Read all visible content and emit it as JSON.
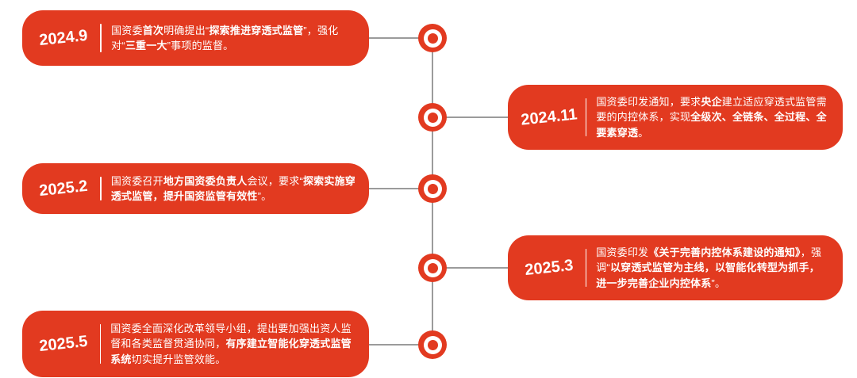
{
  "colors": {
    "accent": "#e23a20",
    "line": "#9b9b9b",
    "card_text": "#ffffff",
    "background": "#ffffff"
  },
  "timeline": {
    "items": [
      {
        "date": "2024.9",
        "side": "left",
        "segments": [
          {
            "text": "国资委",
            "bold": false
          },
          {
            "text": "首次",
            "bold": true
          },
          {
            "text": "明确提出“",
            "bold": false
          },
          {
            "text": "探索推进穿透式监管",
            "bold": true
          },
          {
            "text": "”，强化对“",
            "bold": false
          },
          {
            "text": "三重一大",
            "bold": true
          },
          {
            "text": "”事项的监督。",
            "bold": false
          }
        ]
      },
      {
        "date": "2024.11",
        "side": "right",
        "segments": [
          {
            "text": "国资委印发通知，要求",
            "bold": false
          },
          {
            "text": "央企",
            "bold": true
          },
          {
            "text": "建立适应穿透式监管需要的内控体系，实现",
            "bold": false
          },
          {
            "text": "全级次、全链条、全过程、全要素穿透",
            "bold": true
          },
          {
            "text": "。",
            "bold": false
          }
        ]
      },
      {
        "date": "2025.2",
        "side": "left",
        "segments": [
          {
            "text": "国资委召开",
            "bold": false
          },
          {
            "text": "地方国资委负责人",
            "bold": true
          },
          {
            "text": "会议，要求“",
            "bold": false
          },
          {
            "text": "探索实施穿透式监管，提升国资监管有效性",
            "bold": true
          },
          {
            "text": "”。",
            "bold": false
          }
        ]
      },
      {
        "date": "2025.3",
        "side": "right",
        "segments": [
          {
            "text": "国资委印发",
            "bold": false
          },
          {
            "text": "《关于完善内控体系建设的通知》",
            "bold": true
          },
          {
            "text": "，强调“",
            "bold": false
          },
          {
            "text": "以穿透式监管为主线，以智能化转型为抓手，进一步完善企业内控体系",
            "bold": true
          },
          {
            "text": "”。",
            "bold": false
          }
        ]
      },
      {
        "date": "2025.5",
        "side": "left",
        "segments": [
          {
            "text": "国资委全面深化改革领导小组，提出要加强出资人监督和各类监督贯通协同，",
            "bold": false
          },
          {
            "text": "有序建立智能化穿透式监管系统",
            "bold": true
          },
          {
            "text": "切实提升监管效能。",
            "bold": false
          }
        ]
      }
    ]
  }
}
